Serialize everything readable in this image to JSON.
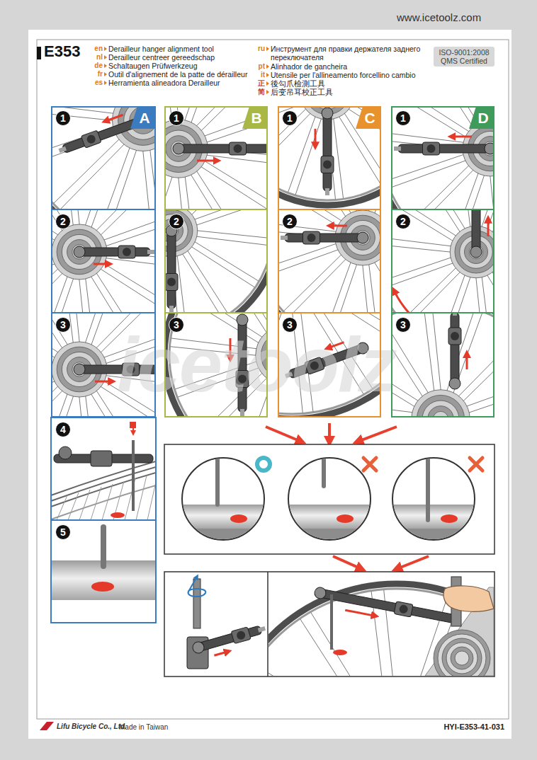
{
  "diagram": {
    "nodes": [
      {
        "text": [
          "ISO-9001:2008 QMS Certified"
        ]
      },
      {
        "text": [
          "A"
        ]
      },
      {
        "text": [
          "1"
        ],
        "in": 1
      },
      {
        "text": [
          "2"
        ],
        "in": 1
      },
      {
        "text": [
          "3"
        ],
        "in": 1
      },
      {
        "text": [
          "B"
        ]
      },
      {
        "text": [
          "1"
        ],
        "in": 5
      },
      {
        "text": [
          "2"
        ],
        "in": 5
      },
      {
        "text": [
          "3"
        ],
        "in": 5
      },
      {
        "text": [
          "C"
        ]
      },
      {
        "text": [
          "1"
        ],
        "in": 9
      },
      {
        "text": [
          "2"
        ],
        "in": 9
      },
      {
        "text": [
          "3"
        ],
        "in": 9
      },
      {
        "text": [
          "D"
        ]
      },
      {
        "text": [
          "1"
        ],
        "in": 13
      },
      {
        "text": [
          "2"
        ],
        "in": 13
      },
      {
        "text": [
          "3"
        ],
        "in": 13
      },
      {
        "text": [
          "4"
        ]
      },
      {
        "text": [
          "5"
        ]
      }
    ],
    "labels": [
      "www.icetoolz.com",
      "E353",
      "en",
      "Derailleur hanger alignment tool",
      "nl",
      "Derailleur centreer gereedschap",
      "de",
      "Schaltaugen Prüfwerkzeug",
      "fr",
      "Outil d'alignement de la patte de dérailleur",
      "es",
      "Herramienta alineadora Derailleur",
      "ru",
      "Инструмент для правки держателя заднего переключателя",
      "pt",
      "Alinhador de gancheira",
      "it",
      "Utensile per l'allineamento forcellino cambio",
      "正",
      "後勾爪檢測工具",
      "简",
      "后变吊耳校正工具",
      "icetoolz",
      "Lifu Bicycle Co., Ltd.",
      "Made in Taiwan",
      "HYI-E353-41-031"
    ]
  }
}
